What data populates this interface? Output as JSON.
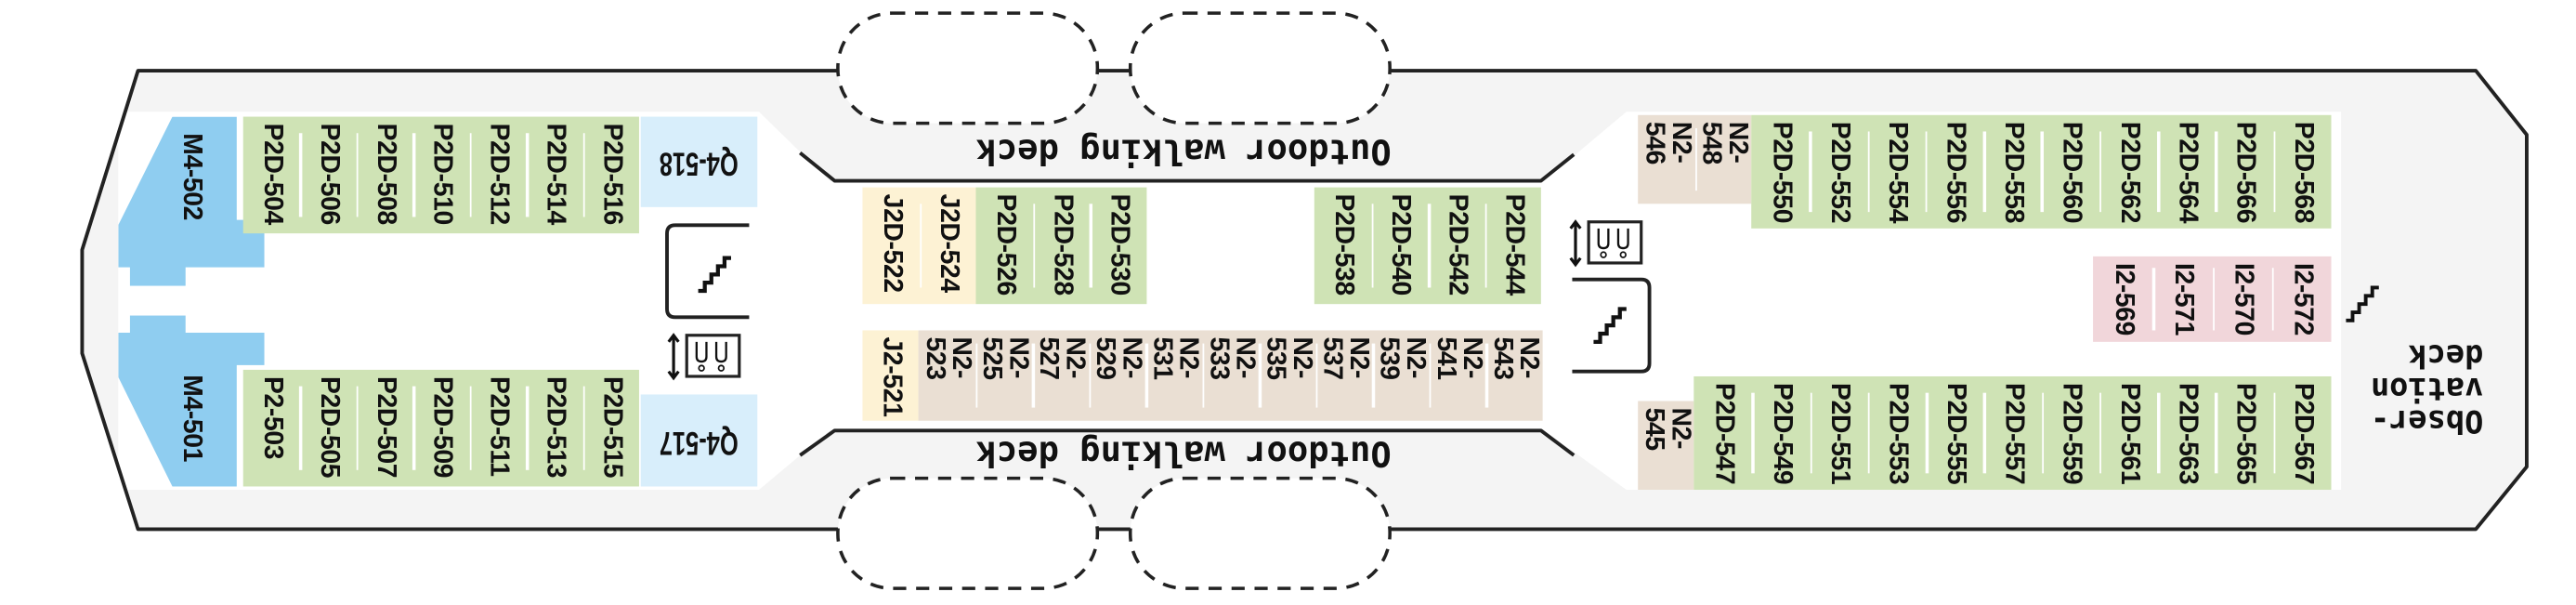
{
  "deck_labels": {
    "walking_deck_top": "Outdoor walking deck",
    "walking_deck_bottom": "Outdoor walking deck",
    "observation_deck": [
      "Obser-",
      "vation",
      "deck"
    ]
  },
  "colors": {
    "standard_cabin": "#cfe3b5",
    "suite_m4": "#8fcdf0",
    "q4": "#d8eefb",
    "j_category": "#fdf2d4",
    "n_category": "#eadfd3",
    "i_category": "#f1d6da",
    "hull": "#f4f4f4"
  },
  "groups": {
    "m4_502": {
      "cabins": [
        "M4-502"
      ]
    },
    "m4_501": {
      "cabins": [
        "M4-501"
      ]
    },
    "q4_518": {
      "cabins": [
        "Q4-518"
      ]
    },
    "q4_517": {
      "cabins": [
        "Q4-517"
      ]
    },
    "aft_top": {
      "cabins": [
        "P2D-504",
        "P2D-506",
        "P2D-508",
        "P2D-510",
        "P2D-512",
        "P2D-514",
        "P2D-516"
      ]
    },
    "aft_bottom": {
      "cabins": [
        "P2-503",
        "P2D-505",
        "P2D-507",
        "P2D-509",
        "P2D-511",
        "P2D-513",
        "P2D-515"
      ]
    },
    "mid_j_top": {
      "cabins": [
        "J2D-522",
        "J2D-524"
      ]
    },
    "mid_p_top_a": {
      "cabins": [
        "P2D-526",
        "P2D-528",
        "P2D-530"
      ]
    },
    "mid_p_top_b": {
      "cabins": [
        "P2D-538",
        "P2D-540",
        "P2D-542",
        "P2D-544"
      ]
    },
    "mid_j_bottom": {
      "cabins": [
        "J2-521"
      ]
    },
    "mid_n_bottom": {
      "cabins": [
        "N2-523",
        "N2-525",
        "N2-527",
        "N2-529",
        "N2-531",
        "N2-533",
        "N2-535",
        "N2-537",
        "N2-539",
        "N2-541",
        "N2-543"
      ]
    },
    "fwd_n_top": {
      "cabins": [
        "N2-546",
        "N2-548"
      ]
    },
    "fwd_p_top": {
      "cabins": [
        "P2D-550",
        "P2D-552",
        "P2D-554",
        "P2D-556",
        "P2D-558",
        "P2D-560",
        "P2D-562",
        "P2D-564",
        "P2D-566",
        "P2D-568"
      ]
    },
    "fwd_i": {
      "cabins": [
        "I2-569",
        "I2-571",
        "I2-570",
        "I2-572"
      ]
    },
    "fwd_n_bottom": {
      "cabins": [
        "N2-545"
      ]
    },
    "fwd_p_bottom": {
      "cabins": [
        "P2D-547",
        "P2D-549",
        "P2D-551",
        "P2D-553",
        "P2D-555",
        "P2D-557",
        "P2D-559",
        "P2D-561",
        "P2D-563",
        "P2D-565",
        "P2D-567"
      ]
    }
  },
  "icons": [
    "stairs-icon",
    "elevator-icon"
  ]
}
